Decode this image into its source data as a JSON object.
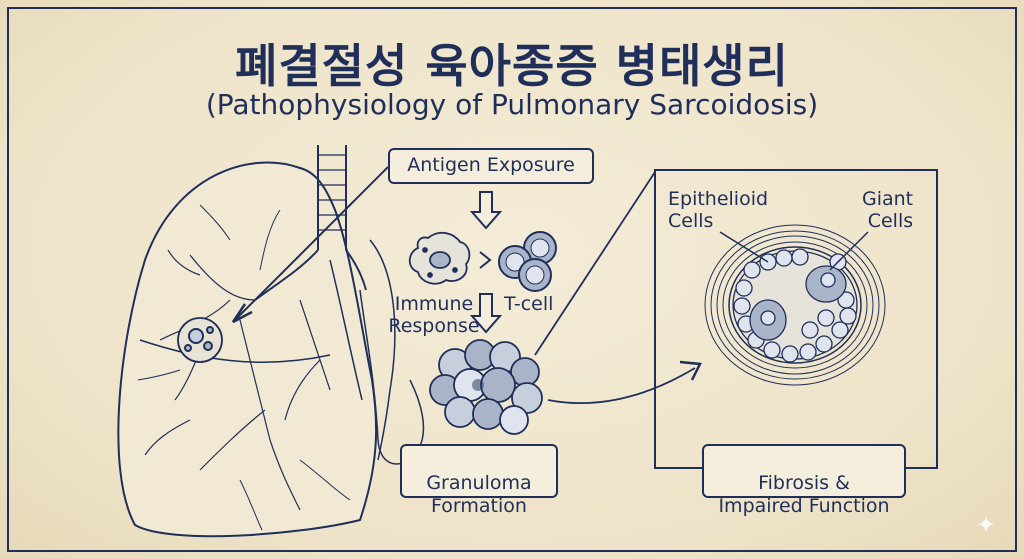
{
  "title": {
    "korean": "폐결절성 육아종증 병태생리",
    "english": "(Pathophysiology of Pulmonary Sarcoidosis)"
  },
  "flow": {
    "antigen": "Antigen Exposure",
    "immune_response": "Immune\nResponse",
    "t_cell": "T-cell",
    "granuloma": "Granuloma\nFormation"
  },
  "detail": {
    "epithelioid": "Epithelioid\nCells",
    "giant": "Giant\nCells",
    "fibrosis": "Fibrosis &\nImpaired Function"
  },
  "colors": {
    "ink": "#1f2f5a",
    "paper": "#efe6cf",
    "cell_fill": "#a9b4c9",
    "cell_light": "#dfe4ee"
  }
}
